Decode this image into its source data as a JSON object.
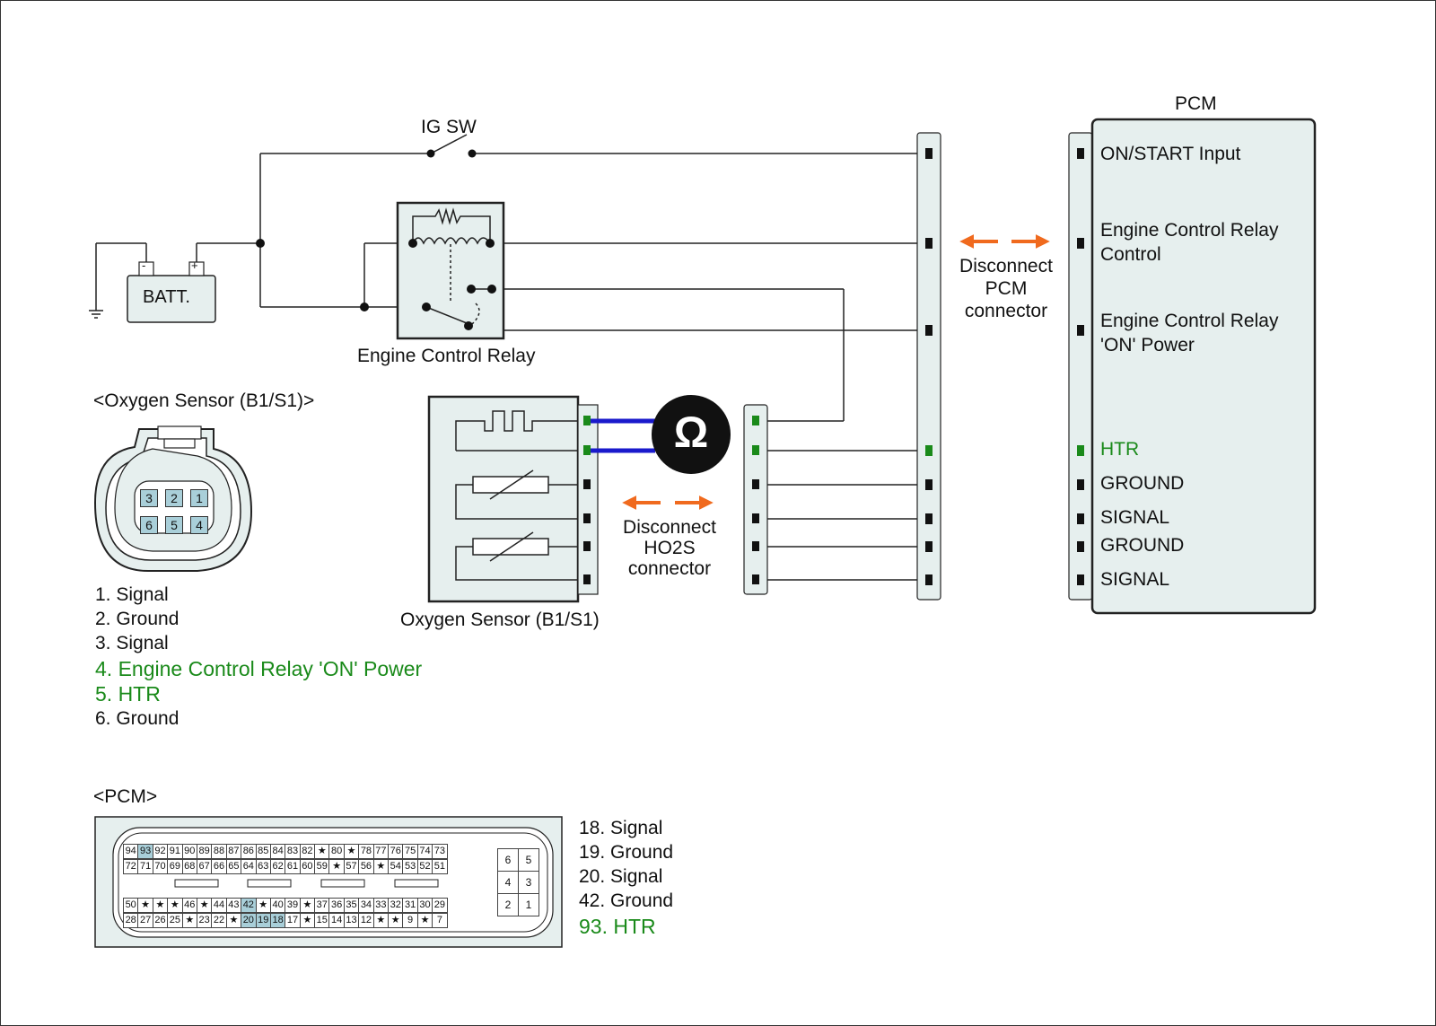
{
  "labels": {
    "ig_sw": "IG SW",
    "batt": "BATT.",
    "batt_minus": "-",
    "batt_plus": "+",
    "engine_control_relay": "Engine Control Relay",
    "pcm_title": "PCM",
    "disconnect_pcm": [
      "Disconnect",
      "PCM",
      "connector"
    ],
    "disconnect_ho2s": [
      "Disconnect",
      "HO2S",
      "connector"
    ],
    "oxygen_sensor_caption": "Oxygen Sensor (B1/S1)",
    "oxygen_sensor_header": "<Oxygen Sensor (B1/S1)>",
    "pcm_header": "<PCM>",
    "ohm_symbol": "Ω"
  },
  "pcm_pins": [
    {
      "text": "ON/START Input",
      "color": "#111111"
    },
    {
      "text": "Engine Control Relay\nControl",
      "color": "#111111"
    },
    {
      "text": "Engine Control Relay\n'ON' Power",
      "color": "#111111"
    },
    {
      "text": "HTR",
      "color": "#1a8a1a"
    },
    {
      "text": "GROUND",
      "color": "#111111"
    },
    {
      "text": "SIGNAL",
      "color": "#111111"
    },
    {
      "text": "GROUND",
      "color": "#111111"
    },
    {
      "text": "SIGNAL",
      "color": "#111111"
    }
  ],
  "sensor_connector_pins": [
    "3",
    "2",
    "1",
    "6",
    "5",
    "4"
  ],
  "sensor_pin_list": [
    {
      "text": "1. Signal",
      "highlight": false
    },
    {
      "text": "2. Ground",
      "highlight": false
    },
    {
      "text": "3. Signal",
      "highlight": false
    },
    {
      "text": "4. Engine Control Relay 'ON' Power",
      "highlight": true
    },
    {
      "text": "5. HTR",
      "highlight": true
    },
    {
      "text": "6. Ground",
      "highlight": false
    }
  ],
  "pcm_pin_list": [
    {
      "text": "18. Signal",
      "highlight": false
    },
    {
      "text": "19. Ground",
      "highlight": false
    },
    {
      "text": "20. Signal",
      "highlight": false
    },
    {
      "text": "42. Ground",
      "highlight": false
    },
    {
      "text": "93. HTR",
      "highlight": true
    }
  ],
  "pcm_connector_rows": [
    [
      "94",
      "93",
      "92",
      "91",
      "90",
      "89",
      "88",
      "87",
      "86",
      "85",
      "84",
      "83",
      "82",
      "★",
      "80",
      "★",
      "78",
      "77",
      "76",
      "75",
      "74",
      "73"
    ],
    [
      "72",
      "71",
      "70",
      "69",
      "68",
      "67",
      "66",
      "65",
      "64",
      "63",
      "62",
      "61",
      "60",
      "59",
      "★",
      "57",
      "56",
      "★",
      "54",
      "53",
      "52",
      "51"
    ],
    [
      "50",
      "★",
      "★",
      "★",
      "46",
      "★",
      "44",
      "43",
      "42",
      "★",
      "40",
      "39",
      "★",
      "37",
      "36",
      "35",
      "34",
      "33",
      "32",
      "31",
      "30",
      "29"
    ],
    [
      "28",
      "27",
      "26",
      "25",
      "★",
      "23",
      "22",
      "★",
      "20",
      "19",
      "18",
      "17",
      "★",
      "15",
      "14",
      "13",
      "12",
      "★",
      "★",
      "9",
      "★",
      "7"
    ]
  ],
  "pcm_highlighted_pins": [
    "93",
    "42",
    "20",
    "19",
    "18"
  ],
  "pcm_small_block": [
    [
      "6",
      "5"
    ],
    [
      "4",
      "3"
    ],
    [
      "2",
      "1"
    ]
  ],
  "colors": {
    "wire": "#222222",
    "measure_wire": "#1a1acc",
    "accent_arrow": "#f06a1e",
    "highlight_green": "#1a8a1a",
    "connector_fill": "#e6efee",
    "pin_highlight": "#a9cfd9"
  }
}
